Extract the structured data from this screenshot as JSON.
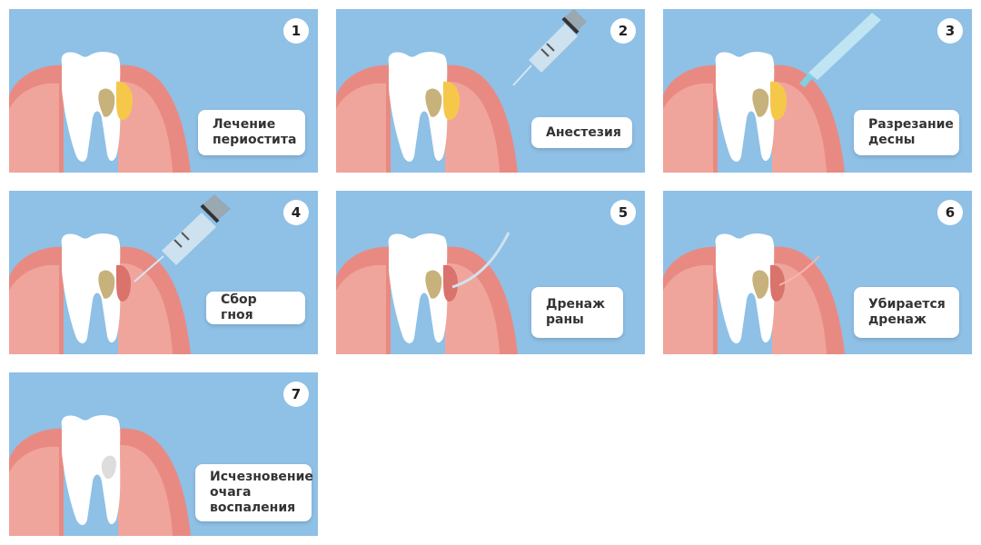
{
  "colors": {
    "sky": "#8fc0e6",
    "gum": "#e98a82",
    "gum_dark": "#d9736b",
    "gum_inner": "#f0a59c",
    "tooth": "#ffffff",
    "pus": "#f5c84a",
    "decay": "#c8b27c"
  },
  "steps": [
    {
      "number": "1",
      "label": "Лечение\nпериостита"
    },
    {
      "number": "2",
      "label": "Анестезия"
    },
    {
      "number": "3",
      "label": "Разрезание\nдесны"
    },
    {
      "number": "4",
      "label": "Сбор гноя"
    },
    {
      "number": "5",
      "label": "Дренаж\nраны"
    },
    {
      "number": "6",
      "label": "Убирается\nдренаж"
    },
    {
      "number": "7",
      "label": "Исчезновение\nочага\nвоспаления"
    }
  ]
}
